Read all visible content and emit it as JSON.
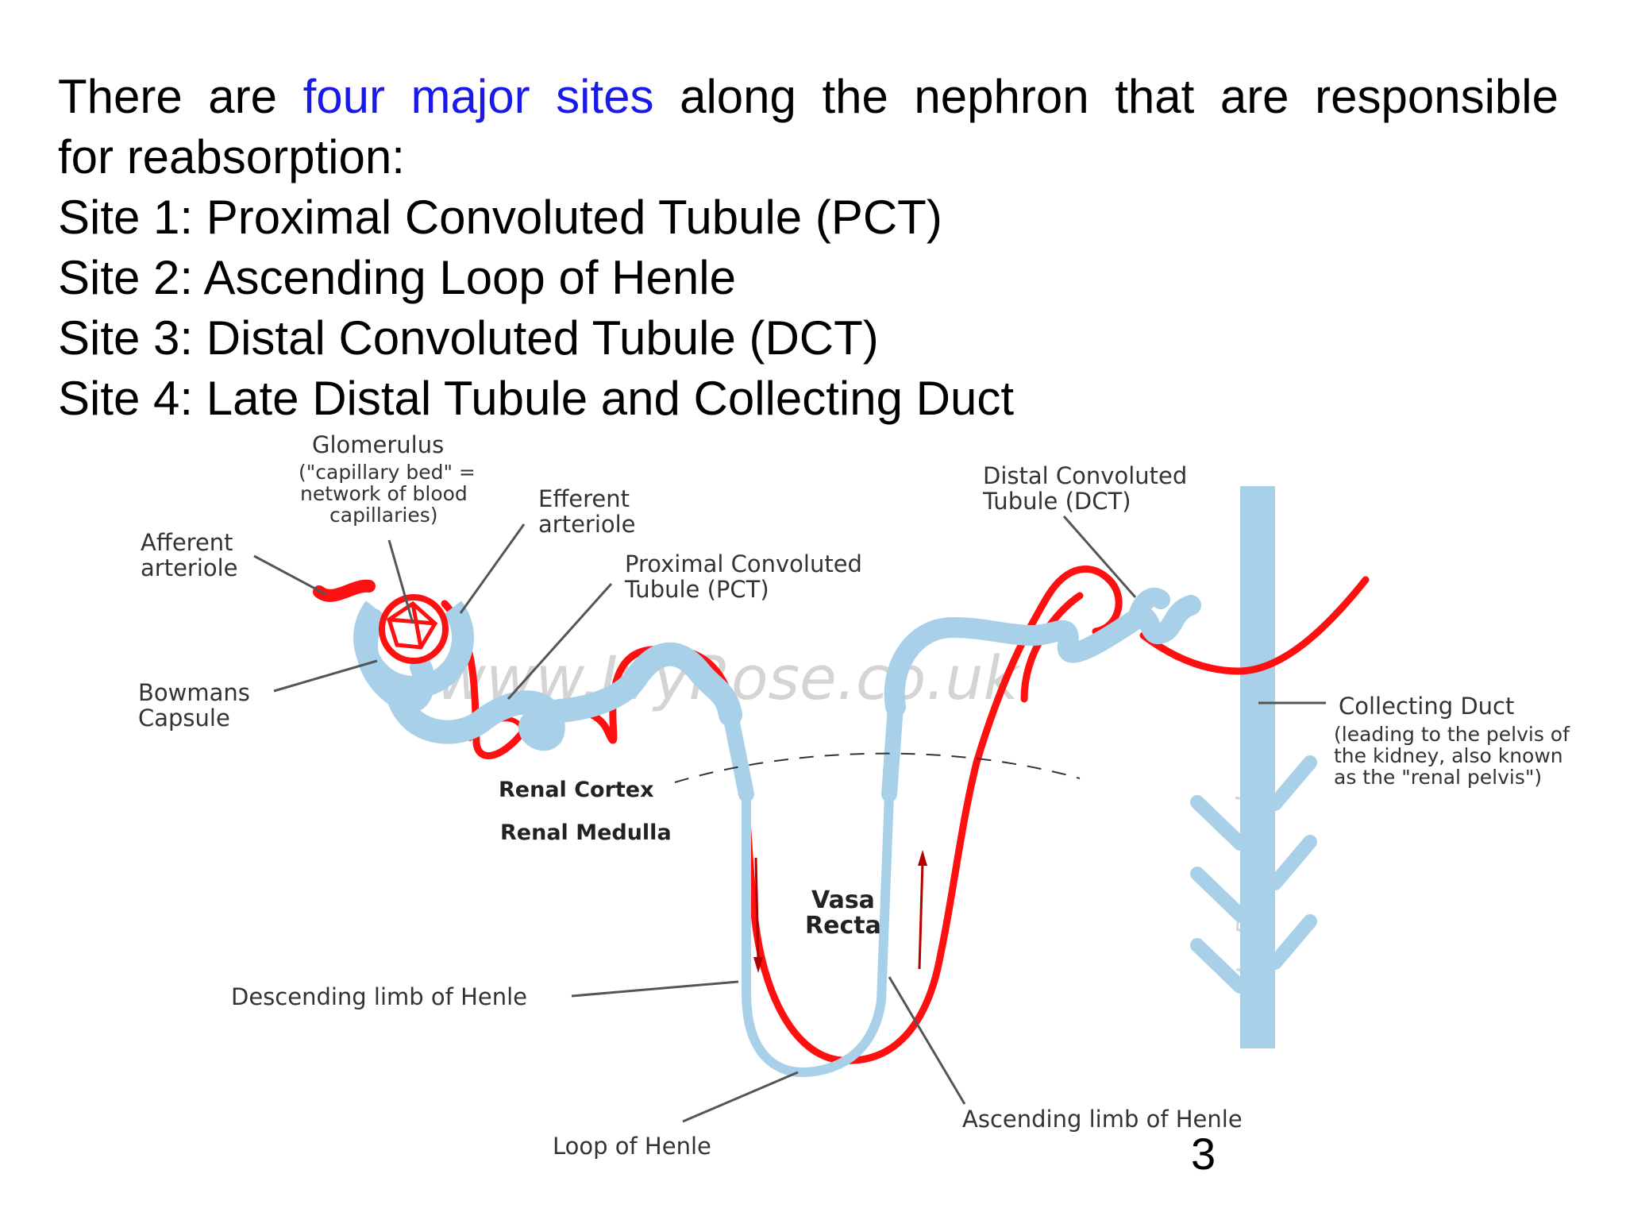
{
  "intro": {
    "before": "There are ",
    "highlight": "four major sites",
    "after_line1": " along the nephron that are responsible",
    "line2": "for reabsorption:"
  },
  "sites": [
    "Site 1: Proximal Convoluted Tubule (PCT)",
    "Site 2: Ascending Loop of Henle",
    "Site 3: Distal Convoluted Tubule (DCT)",
    "Site 4: Late Distal Tubule and Collecting Duct"
  ],
  "colors": {
    "highlight": "#1a1ae6",
    "tubule": "#a9d0e9",
    "vessel": "#ff1010",
    "arrow": "#b30000"
  },
  "labels": {
    "glomerulus": "Glomerulus",
    "glom_note_1": "(\"capillary bed\" =",
    "glom_note_2": "network of blood",
    "glom_note_3": "capillaries)",
    "efferent_1": "Efferent",
    "efferent_2": "arteriole",
    "afferent_1": "Afferent",
    "afferent_2": "arteriole",
    "pct_1": "Proximal Convoluted",
    "pct_2": "Tubule (PCT)",
    "dct_1": "Distal Convoluted",
    "dct_2": "Tubule (DCT)",
    "bowmans_1": "Bowmans",
    "bowmans_2": "Capsule",
    "collecting_1": "Collecting Duct",
    "collecting_2": "(leading to the pelvis of",
    "collecting_3": "the kidney, also known",
    "collecting_4": "as the \"renal pelvis\")",
    "renal_cortex": "Renal Cortex",
    "renal_medulla": "Renal Medulla",
    "vasa_1": "Vasa",
    "vasa_2": "Recta",
    "descending": "Descending limb of Henle",
    "ascending": "Ascending limb of Henle",
    "loop": "Loop of Henle"
  },
  "watermarks": {
    "main": "www.IvyRose.co.uk",
    "vertical": "www.IvyRose.co.uk"
  },
  "page_number": "3"
}
